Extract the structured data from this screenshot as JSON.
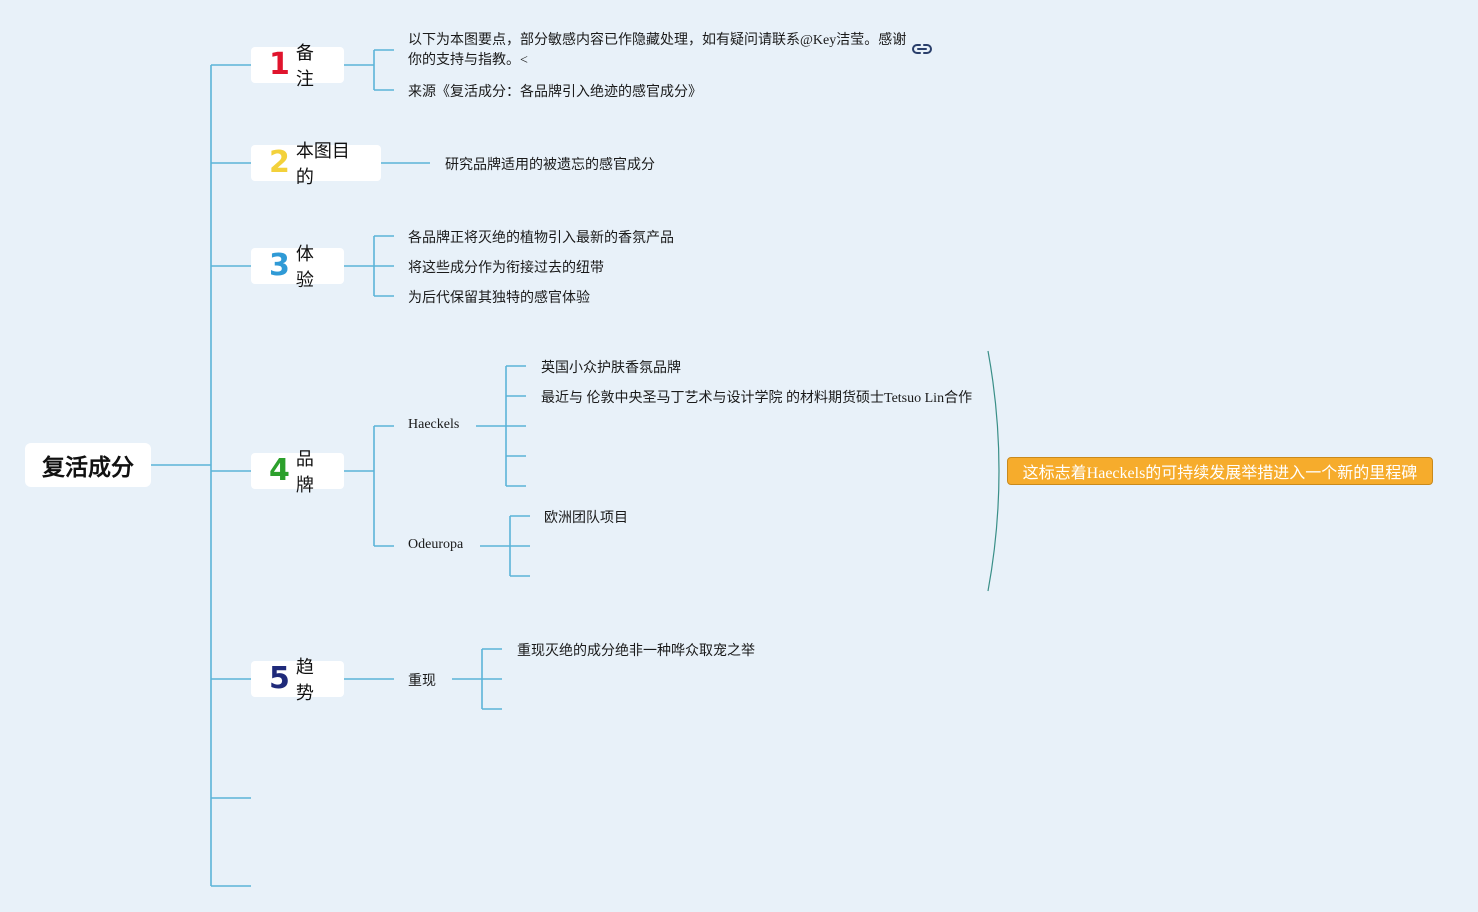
{
  "root": {
    "label": "复活成分"
  },
  "topics": [
    {
      "num": "1",
      "num_color": "#e0142d",
      "label": "备注"
    },
    {
      "num": "2",
      "num_color": "#f3d13b",
      "label": "本图目的"
    },
    {
      "num": "3",
      "num_color": "#2f9ad6",
      "label": "体验"
    },
    {
      "num": "4",
      "num_color": "#2ca02c",
      "label": "品牌"
    },
    {
      "num": "5",
      "num_color": "#1f2a7a",
      "label": "趋势"
    }
  ],
  "notes": {
    "disclaimer": "以下为本图要点，部分敏感内容已作隐藏处理，如有疑问请联系@Key洁莹。感谢你的支持与指教。<",
    "source": "来源《复活成分：各品牌引入绝迹的感官成分》",
    "link_icon": "link-icon"
  },
  "purpose": {
    "text": "研究品牌适用的被遗忘的感官成分"
  },
  "experience": {
    "items": [
      "各品牌正将灭绝的植物引入最新的香氛产品",
      "将这些成分作为衔接过去的纽带",
      "为后代保留其独特的感官体验"
    ]
  },
  "brands": {
    "haeckels": {
      "label": "Haeckels",
      "items": [
        "英国小众护肤香氛品牌",
        "最近与 伦敦中央圣马丁艺术与设计学院 的材料期货硕士Tetsuo Lin合作"
      ]
    },
    "odeuropa": {
      "label": "Odeuropa",
      "items": [
        "欧洲团队项目"
      ]
    },
    "summary": "这标志着Haeckels的可持续发展举措进入一个新的里程碑",
    "summary_color": "#f6ac2c"
  },
  "trends": {
    "label": "重现",
    "items": [
      "重现灭绝的成分绝非一种哗众取宠之举"
    ]
  },
  "colors": {
    "background": "#e8f1f9",
    "connector": "#5bb4d8",
    "summary_brace": "#3a8f88"
  }
}
